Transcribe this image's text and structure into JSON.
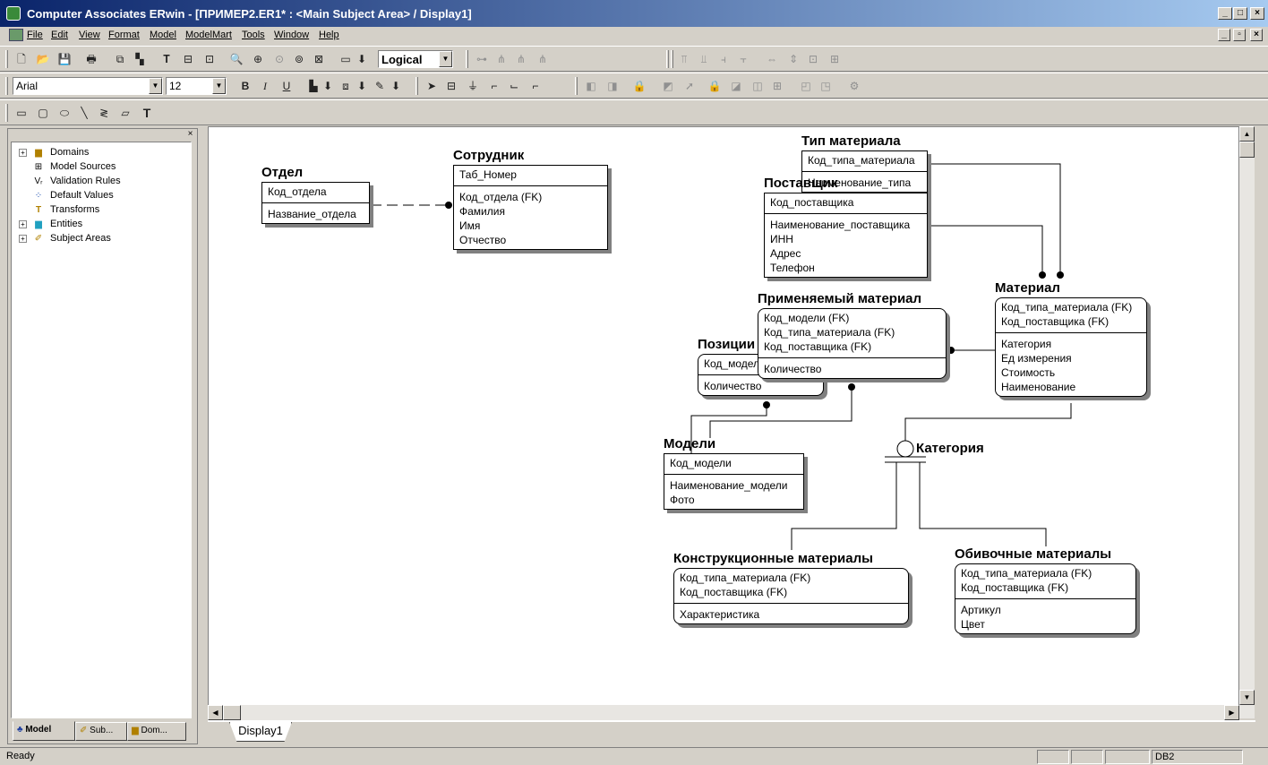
{
  "window": {
    "title": "Computer Associates ERwin - [ПРИМЕР2.ER1* : <Main Subject Area> / Display1]"
  },
  "menu": [
    "File",
    "Edit",
    "View",
    "Format",
    "Model",
    "ModelMart",
    "Tools",
    "Window",
    "Help"
  ],
  "toolbar": {
    "view_mode": "Logical",
    "font_name": "Arial",
    "font_size": "12"
  },
  "tree": {
    "items": [
      {
        "label": "Domains",
        "icon": "domains-icon",
        "expand": "+"
      },
      {
        "label": "Model Sources",
        "icon": "model-sources-icon",
        "expand": ""
      },
      {
        "label": "Validation Rules",
        "icon": "validation-rules-icon",
        "expand": ""
      },
      {
        "label": "Default Values",
        "icon": "default-values-icon",
        "expand": ""
      },
      {
        "label": "Transforms",
        "icon": "transforms-icon",
        "expand": ""
      },
      {
        "label": "Entities",
        "icon": "entities-icon",
        "expand": "+"
      },
      {
        "label": "Subject Areas",
        "icon": "subject-areas-icon",
        "expand": "+"
      }
    ],
    "tabs": [
      "Model",
      "Sub...",
      "Dom..."
    ]
  },
  "diagram": {
    "entities": [
      {
        "id": "otdel",
        "title": "Отдел",
        "keys": [
          "Код_отдела"
        ],
        "attrs": [
          "Название_отдела"
        ]
      },
      {
        "id": "sotrudnik",
        "title": "Сотрудник",
        "keys": [
          "Таб_Номер"
        ],
        "attrs": [
          "Код_отдела (FK)",
          "Фамилия",
          "Имя",
          "Отчество"
        ]
      },
      {
        "id": "tip",
        "title": "Тип материала",
        "keys": [
          "Код_типа_материала"
        ],
        "attrs": [
          "Наименование_типа"
        ]
      },
      {
        "id": "postavshik",
        "title": "Поставщик",
        "keys": [
          "Код_поставщика"
        ],
        "attrs": [
          "Наименование_поставщика",
          "ИНН",
          "Адрес",
          "Телефон"
        ]
      },
      {
        "id": "primenyaemiy",
        "title": "Применяемый материал",
        "keys": [
          "Код_модели (FK)",
          "Код_типа_материала (FK)",
          "Код_поставщика (FK)"
        ],
        "attrs": [
          "Количество"
        ]
      },
      {
        "id": "material",
        "title": "Материал",
        "keys": [
          "Код_типа_материала (FK)",
          "Код_поставщика (FK)"
        ],
        "attrs": [
          "Категория",
          "Ед измерения",
          "Стоимость",
          "Наименование"
        ]
      },
      {
        "id": "pozicii",
        "title": "Позиции",
        "keys": [
          "Код_модели"
        ],
        "attrs": [
          "Количество"
        ]
      },
      {
        "id": "modeli",
        "title": "Модели",
        "keys": [
          "Код_модели"
        ],
        "attrs": [
          "Наименование_модели",
          "Фото"
        ]
      },
      {
        "id": "konstr",
        "title": "Конструкционные материалы",
        "keys": [
          "Код_типа_материала (FK)",
          "Код_поставщика (FK)"
        ],
        "attrs": [
          "Характеристика"
        ]
      },
      {
        "id": "obiv",
        "title": "Обивочные материалы",
        "keys": [
          "Код_типа_материала (FK)",
          "Код_поставщика (FK)"
        ],
        "attrs": [
          "Артикул",
          "Цвет"
        ]
      }
    ],
    "category_label": "Категория"
  },
  "tabs": {
    "display": "Display1"
  },
  "status": {
    "text": "Ready",
    "db": "DB2"
  }
}
